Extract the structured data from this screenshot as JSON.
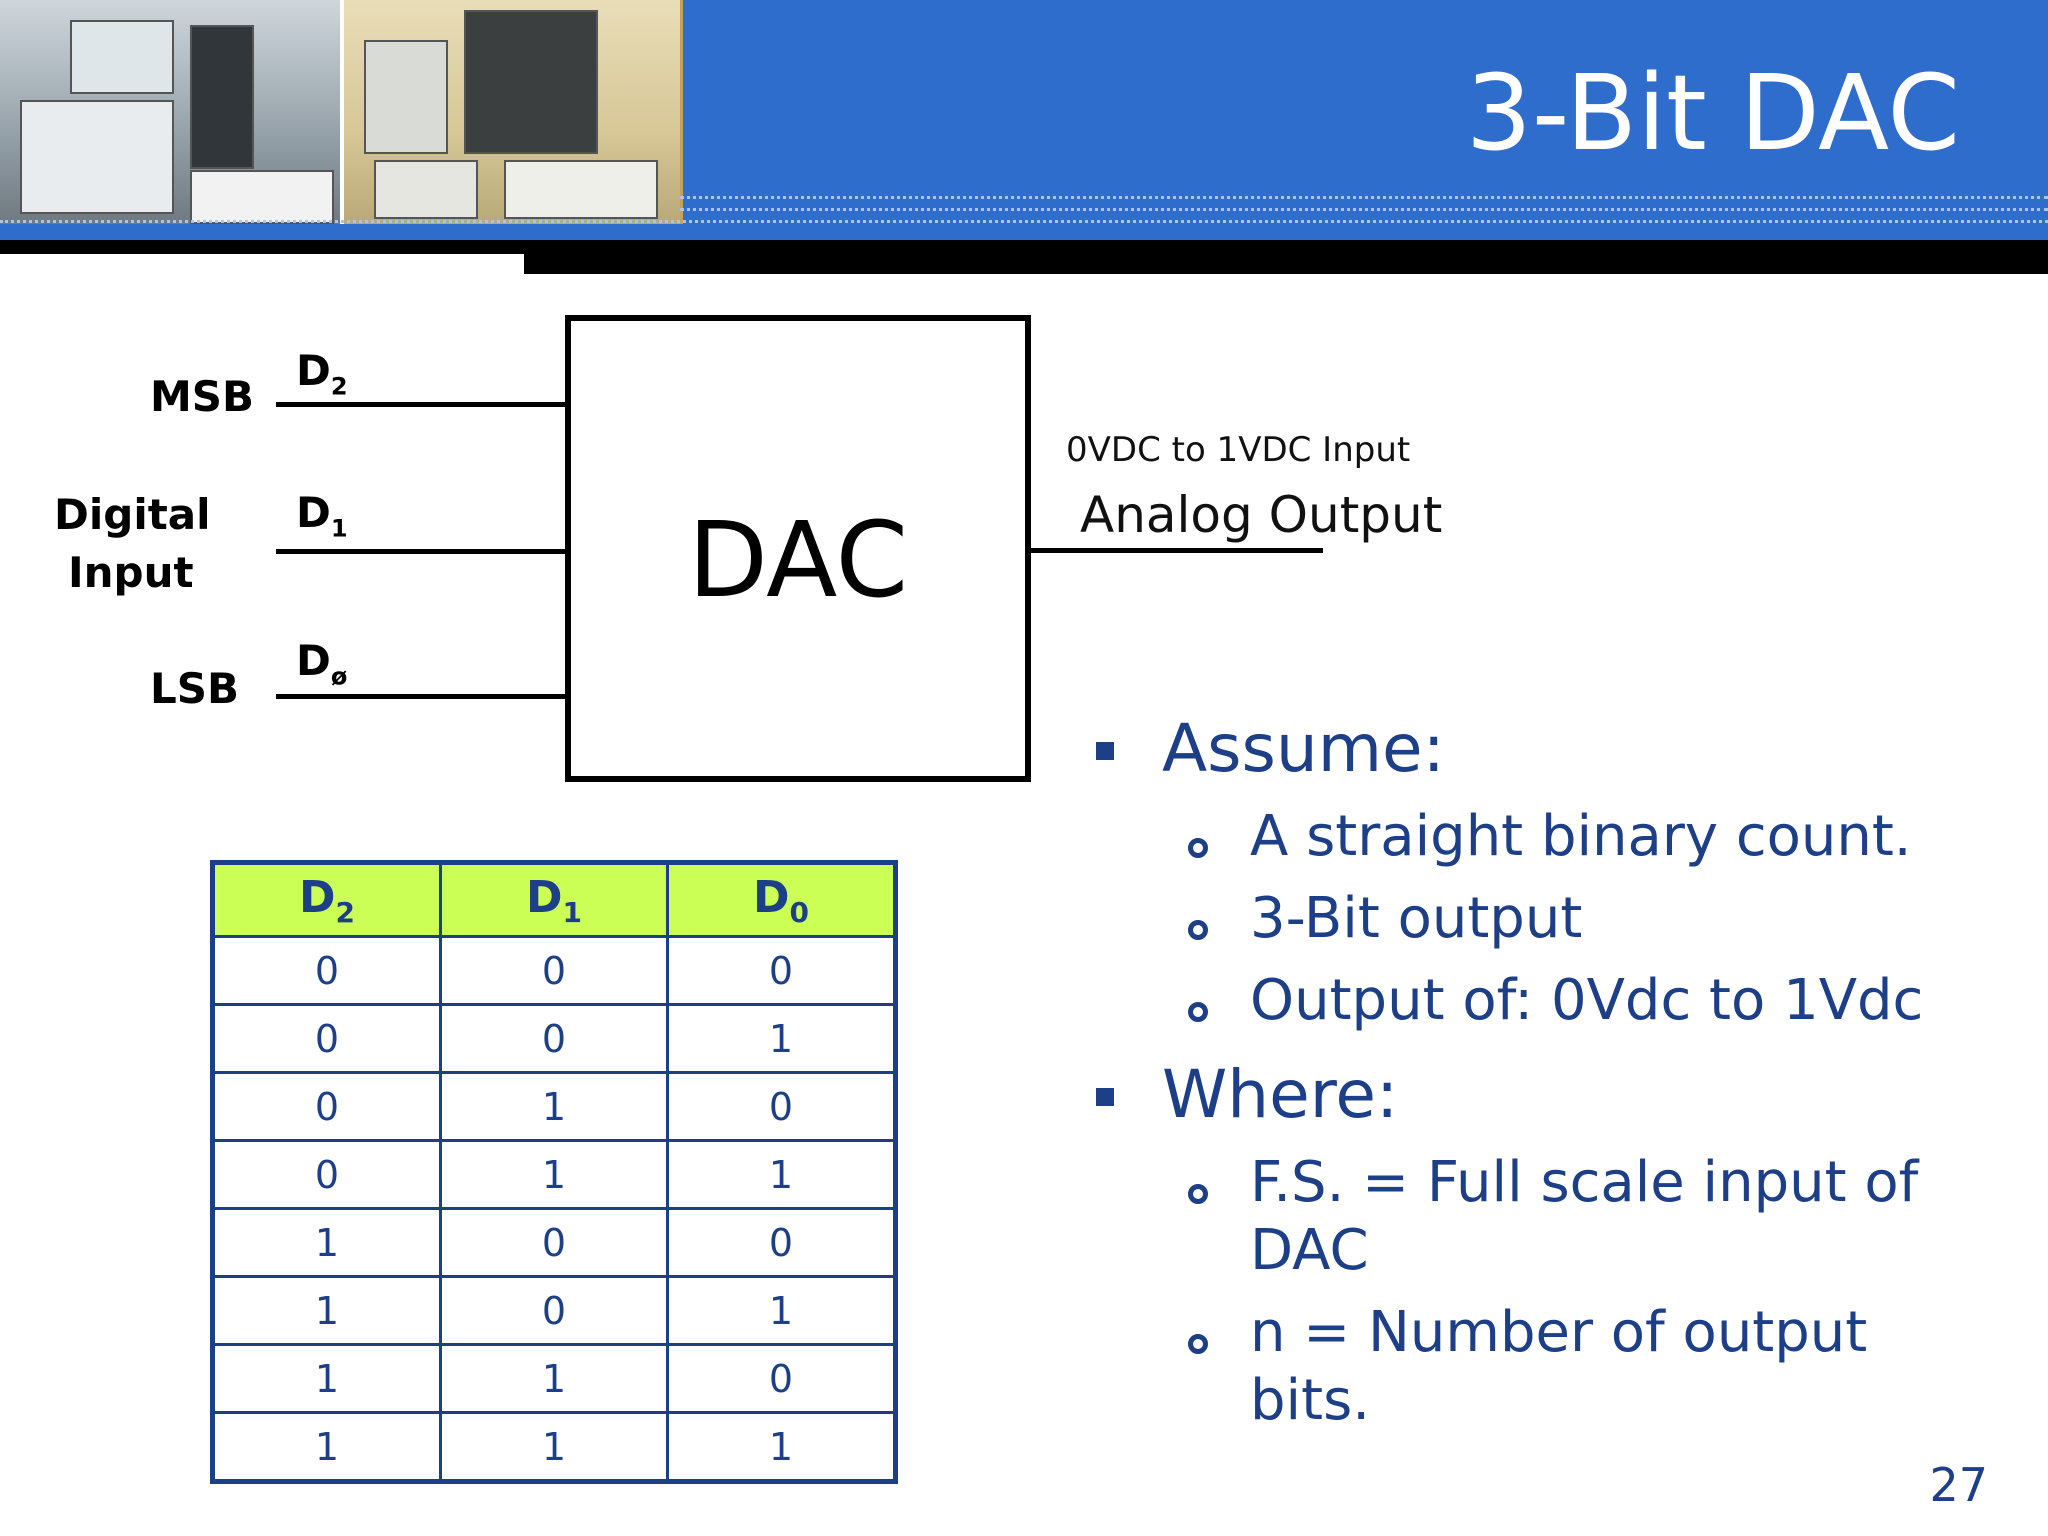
{
  "slide": {
    "title": "3-Bit DAC",
    "page_number": "27"
  },
  "diagram": {
    "block_label": "DAC",
    "msb_label": "MSB",
    "lsb_label": "LSB",
    "digital_input_line1": "Digital",
    "digital_input_line2": "Input",
    "bit2": {
      "letter": "D",
      "sub": "2"
    },
    "bit1": {
      "letter": "D",
      "sub": "1"
    },
    "bit0": {
      "letter": "D",
      "sub": "ø"
    },
    "output_range": "0VDC to 1VDC Input",
    "output_label": "Analog Output"
  },
  "truth_table": {
    "headers": [
      {
        "letter": "D",
        "sub": "2"
      },
      {
        "letter": "D",
        "sub": "1"
      },
      {
        "letter": "D",
        "sub": "0"
      }
    ],
    "rows": [
      [
        "0",
        "0",
        "0"
      ],
      [
        "0",
        "0",
        "1"
      ],
      [
        "0",
        "1",
        "0"
      ],
      [
        "0",
        "1",
        "1"
      ],
      [
        "1",
        "0",
        "0"
      ],
      [
        "1",
        "0",
        "1"
      ],
      [
        "1",
        "1",
        "0"
      ],
      [
        "1",
        "1",
        "1"
      ]
    ]
  },
  "bullets": {
    "assume": {
      "label": "Assume:",
      "items": [
        "A straight binary count.",
        "3-Bit output",
        "Output of: 0Vdc to 1Vdc"
      ]
    },
    "where": {
      "label": "Where:",
      "items": [
        {
          "line1": "F.S. = Full scale input of",
          "line2": "DAC"
        },
        {
          "line1": "n = Number of output",
          "line2": "bits."
        }
      ]
    }
  },
  "colors": {
    "header_blue": "#2f6dcc",
    "text_navy": "#1d3f87",
    "table_header": "#ccff55"
  }
}
